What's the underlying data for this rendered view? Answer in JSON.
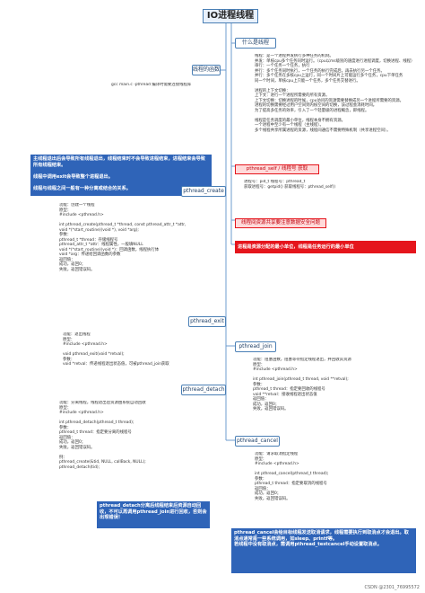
{
  "root": "IO进程线程",
  "what": {
    "title": "什么是线程",
    "text": "线程：是一个进程并发执行多种任务的机制。\n并发：单核cpu多个任务同时运行。（cpu以ms级别的速度进行进程调度，切换进程、线程）\n串行：一个任务一个任务，执行\n并行：多个任务同时执行，一个任务的执行完成后，再去执行另一个任务。\n并行：多个任务在多核cpu上运行，同一个时间片上可能运行多个任务，cpu下单任务\n同一个时间，单核cpu上只能一个任务，多个任务交替进行。\n\n进程的上下文切换：\n上下文：进行一个进程所需要的所有资源。\n上下文切换：切换进程的时候，cpu访问的资源需要替换成另一个进程所需要的资源。\n进程的切换需要经过用户空间到内核空间的切换，该过程会消耗时间。\n为了提高多任务的效率，引入了一个轻量级的进程概念，即线程。\n\n线程是任务调度的最小单位，线程本身不拥有资源。\n一个进程中至少有一个线程（主线程）。\n多个线程共享所属进程的资源，线程间通信不需要特殊机制（共享进程空间）。"
  },
  "functions": {
    "label": "线程的函数",
    "note": "gcc main.c -pthread  编译时需要连接线程库"
  },
  "intro_blue": "主线程退出后会导致所有线程退出，线程结束时不会导致进程结束，进程结束会导致所有线程结束。\n\n线程中调用exit会导致整个进程退出。\n\n线程与线程之间一般有一种分离或结合的关系。",
  "tid": {
    "label": "pthread_self / 线程号 获取",
    "note": "进程号：pid_t   线程号：pthread_t\n获取进程号：getpid()   获取线程号：pthread_self()"
  },
  "resource_red": "进程是资源分配的最小单位，线程是任务运行的最小单位",
  "sub_red": "线程间资源共享要注意数据安全问题",
  "create": {
    "label": "pthread_create",
    "note": "功能：创建一个线程\n原型：\n   #include <pthread.h>\n\n   int pthread_create(pthread_t *thread, const pthread_attr_t *attr,\n                      void *(*start_routine)(void *), void *arg);\n参数：\n   pthread_t *thread：存储线程号\n   pthread_attr_t *attr：线程属性，一般填NULL\n   void *(*start_routine)(void *)：回调函数，线程执行体\n   void *arg：传递给回调函数的参数\n返回值：\n   成功，返回0；\n   失败，返回错误码。"
  },
  "exit": {
    "label": "pthread_exit",
    "note": "功能：退出线程\n原型：\n   #include <pthread.h>\n\n   void pthread_exit(void *retval);\n参数：\n   void *retval：传递线程退出状态值，可被pthread_join获取"
  },
  "join": {
    "label": "pthread_join",
    "note": "功能：阻塞函数，阻塞等待指定线程退出，并回收其资源\n原型：\n   #include <pthread.h>\n\n   int pthread_join(pthread_t thread, void **retval);\n参数：\n   pthread_t thread：指定要回收的线程号\n   void **retval：接收线程退出状态值\n返回值：\n   成功，返回0；\n   失败，返回错误码。"
  },
  "detach": {
    "label": "pthread_detach",
    "note": "功能：分离线程，线程退出后资源由系统自动回收\n原型：\n   #include <pthread.h>\n\n   int pthread_detach(pthread_t thread);\n参数：\n   pthread_t thread：指定要分离的线程号\n返回值：\n   成功，返回0；\n   失败，返回错误码。\n\n例：\n   pthread_create(&tid, NULL, callBack, NULL);\n   pthread_detach(tid);"
  },
  "cancel": {
    "label": "pthread_cancel",
    "note": "功能：请求取消指定线程\n原型：\n   #include <pthread.h>\n\n   int pthread_cancel(pthread_t thread);\n参数：\n   pthread_t thread：指定要取消的线程号\n返回值：\n   成功，返回0；\n   失败，返回错误码。"
  },
  "detach_blue": "pthread_detach分离后线程结束后资源自动回收，不可以再调用pthread_join进行回收，否则会出现错误！",
  "cancel_blue": "pthread_cancel会给目标线程发送取消请求，线程需要执行到取消点才会退出。取消点通常是一些系统调用，如sleep、printf等。\n若线程中没有取消点，需调用pthread_testcancel手动设置取消点。",
  "watermark": "CSDN @2301_76995572"
}
